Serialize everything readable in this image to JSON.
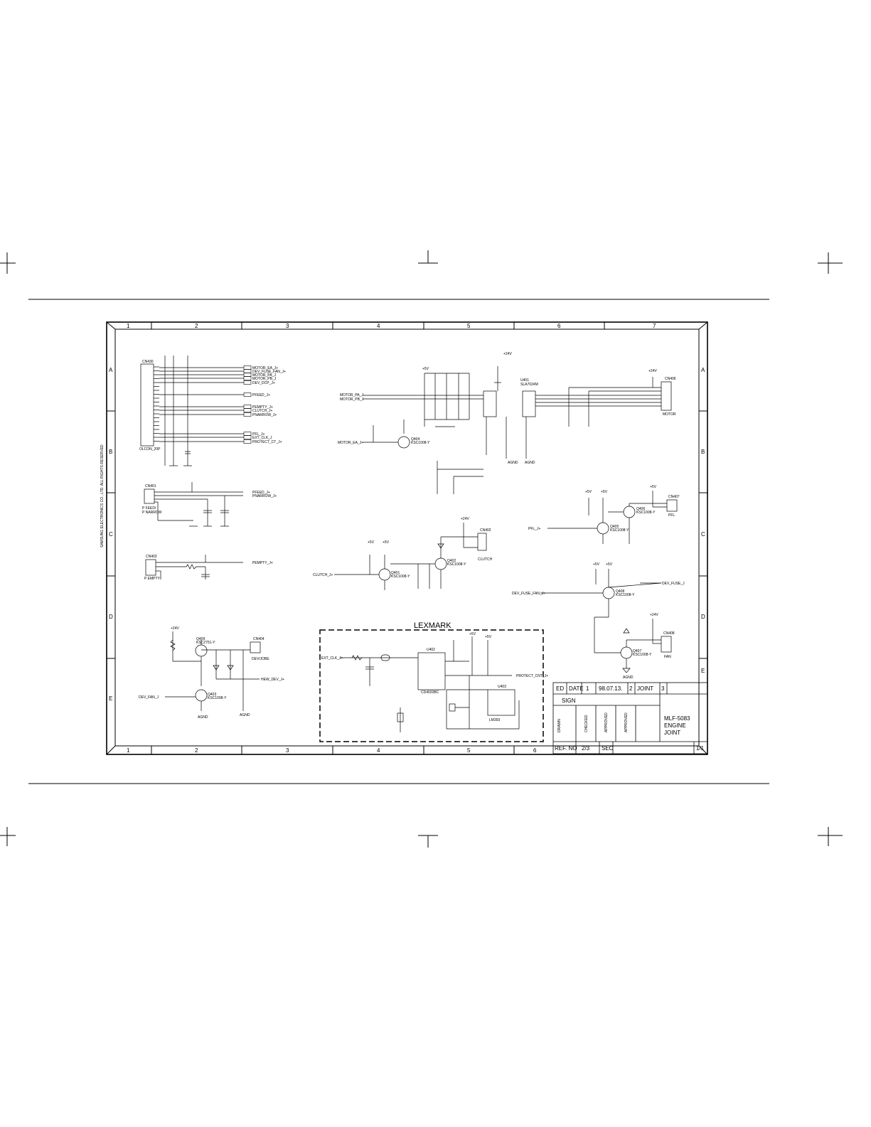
{
  "columns": [
    "1",
    "2",
    "3",
    "4",
    "5",
    "6",
    "7"
  ],
  "bottom_columns": [
    "1",
    "2",
    "3",
    "4",
    "5",
    "6"
  ],
  "rows": [
    "A",
    "B",
    "C",
    "D",
    "E"
  ],
  "company_text": "SAMSUNG ELECTRONICS CO., LTD.  ALL RIGHTS RESERVED",
  "lexmark_label": "LEXMARK",
  "connectors": {
    "cn430": {
      "ref": "CN430",
      "part": "OLCON_20P"
    },
    "cn401": {
      "ref": "CN401",
      "label1": "P FEED/",
      "label2": "P NARROW"
    },
    "cn403": {
      "ref": "CN403",
      "label": "P EMPTY"
    },
    "cn404": {
      "ref": "CN404",
      "label": "DEV/JOBE"
    },
    "cn406": {
      "ref": "CN406",
      "label": "MOTOR"
    },
    "cn407": {
      "ref": "CN407",
      "label": "PFL"
    },
    "cn402": {
      "ref": "CN402",
      "label": "CLUTCH"
    },
    "cn408": {
      "ref": "CN408",
      "label": "FAN"
    }
  },
  "signals": {
    "cn430_out": [
      "MOTOR_EA_J+",
      "DEV_FUSE_FAN_J+",
      "MOTOR_PA_J",
      "MOTOR_PB_J",
      "DEV_DCP_J+",
      "PFEED_J+",
      "PEMPTY_J+",
      "CLUTCH_J+",
      "PNARROW_J+",
      "PFL_J+",
      "EXT_CLK_J",
      "PROTECT_CT_J+"
    ],
    "cn401_out": [
      "PFEED_J+",
      "PNARROW_J+"
    ],
    "cn403_out": "PEMPTY_J+",
    "motor_in": [
      "MOTOR_PA_J",
      "MOTOR_PB_J"
    ],
    "motor_ea": "MOTOR_EA_J+",
    "clutch_in": "CLUTCH_J+",
    "pfl_in": "PFL_J+",
    "dev_fuse_fan_in": "DEV_FUSE_FAN_J+",
    "dev_fuse_out": "DEV_FUSE_J",
    "dev_hvdc_out": "HEW_DEV_J+",
    "dev_hvdc_in": "DEV_FAN_J",
    "ext_clk": "EXT_CLK_J+",
    "protect": "PROTECT_CNT_J+"
  },
  "parts": {
    "q404": {
      "ref": "Q404",
      "type": "KSC1008-Y"
    },
    "q401": {
      "ref": "Q401",
      "type": "KSC1008-Y"
    },
    "q402": {
      "ref": "Q402",
      "type": "KSC1008-Y"
    },
    "q405": {
      "ref": "Q405",
      "type": "KSC1008-Y"
    },
    "q406": {
      "ref": "Q406",
      "type": "KSC1008-Y"
    },
    "q408": {
      "ref": "Q408",
      "type": "KSC1008-Y"
    },
    "q407": {
      "ref": "Q407",
      "type": "KSC1008-Y"
    },
    "q403": {
      "ref": "Q403",
      "type": "KSC1008-Y"
    },
    "q409": {
      "ref": "Q409",
      "type": "KSC2751-Y"
    },
    "u401": {
      "ref": "U401",
      "type": "SLA7024M"
    },
    "u402": {
      "ref": "U402",
      "type": "CD4020BC"
    },
    "u403": {
      "ref": "U403",
      "type": "LM393"
    }
  },
  "rails": {
    "v24": "+24V",
    "v5": "+5V",
    "agnd": "AGND"
  },
  "title_block": {
    "ed_label": "ED",
    "date_label": "DATE",
    "rev_nums": [
      "1",
      "2",
      "3"
    ],
    "date_value": "98.07.13.",
    "joint_label": "JOINT",
    "sign_label": "SIGN",
    "drawn": "DRAWN",
    "checked": "CHECKED",
    "approved": "APPROVED",
    "model": "MLF-5083",
    "engine": "ENGINE",
    "joint": "JOINT",
    "ref_no_label": "REF. NO",
    "ref_no_value": "2/3",
    "sec_label": "SEC",
    "sheet": "1/1"
  }
}
